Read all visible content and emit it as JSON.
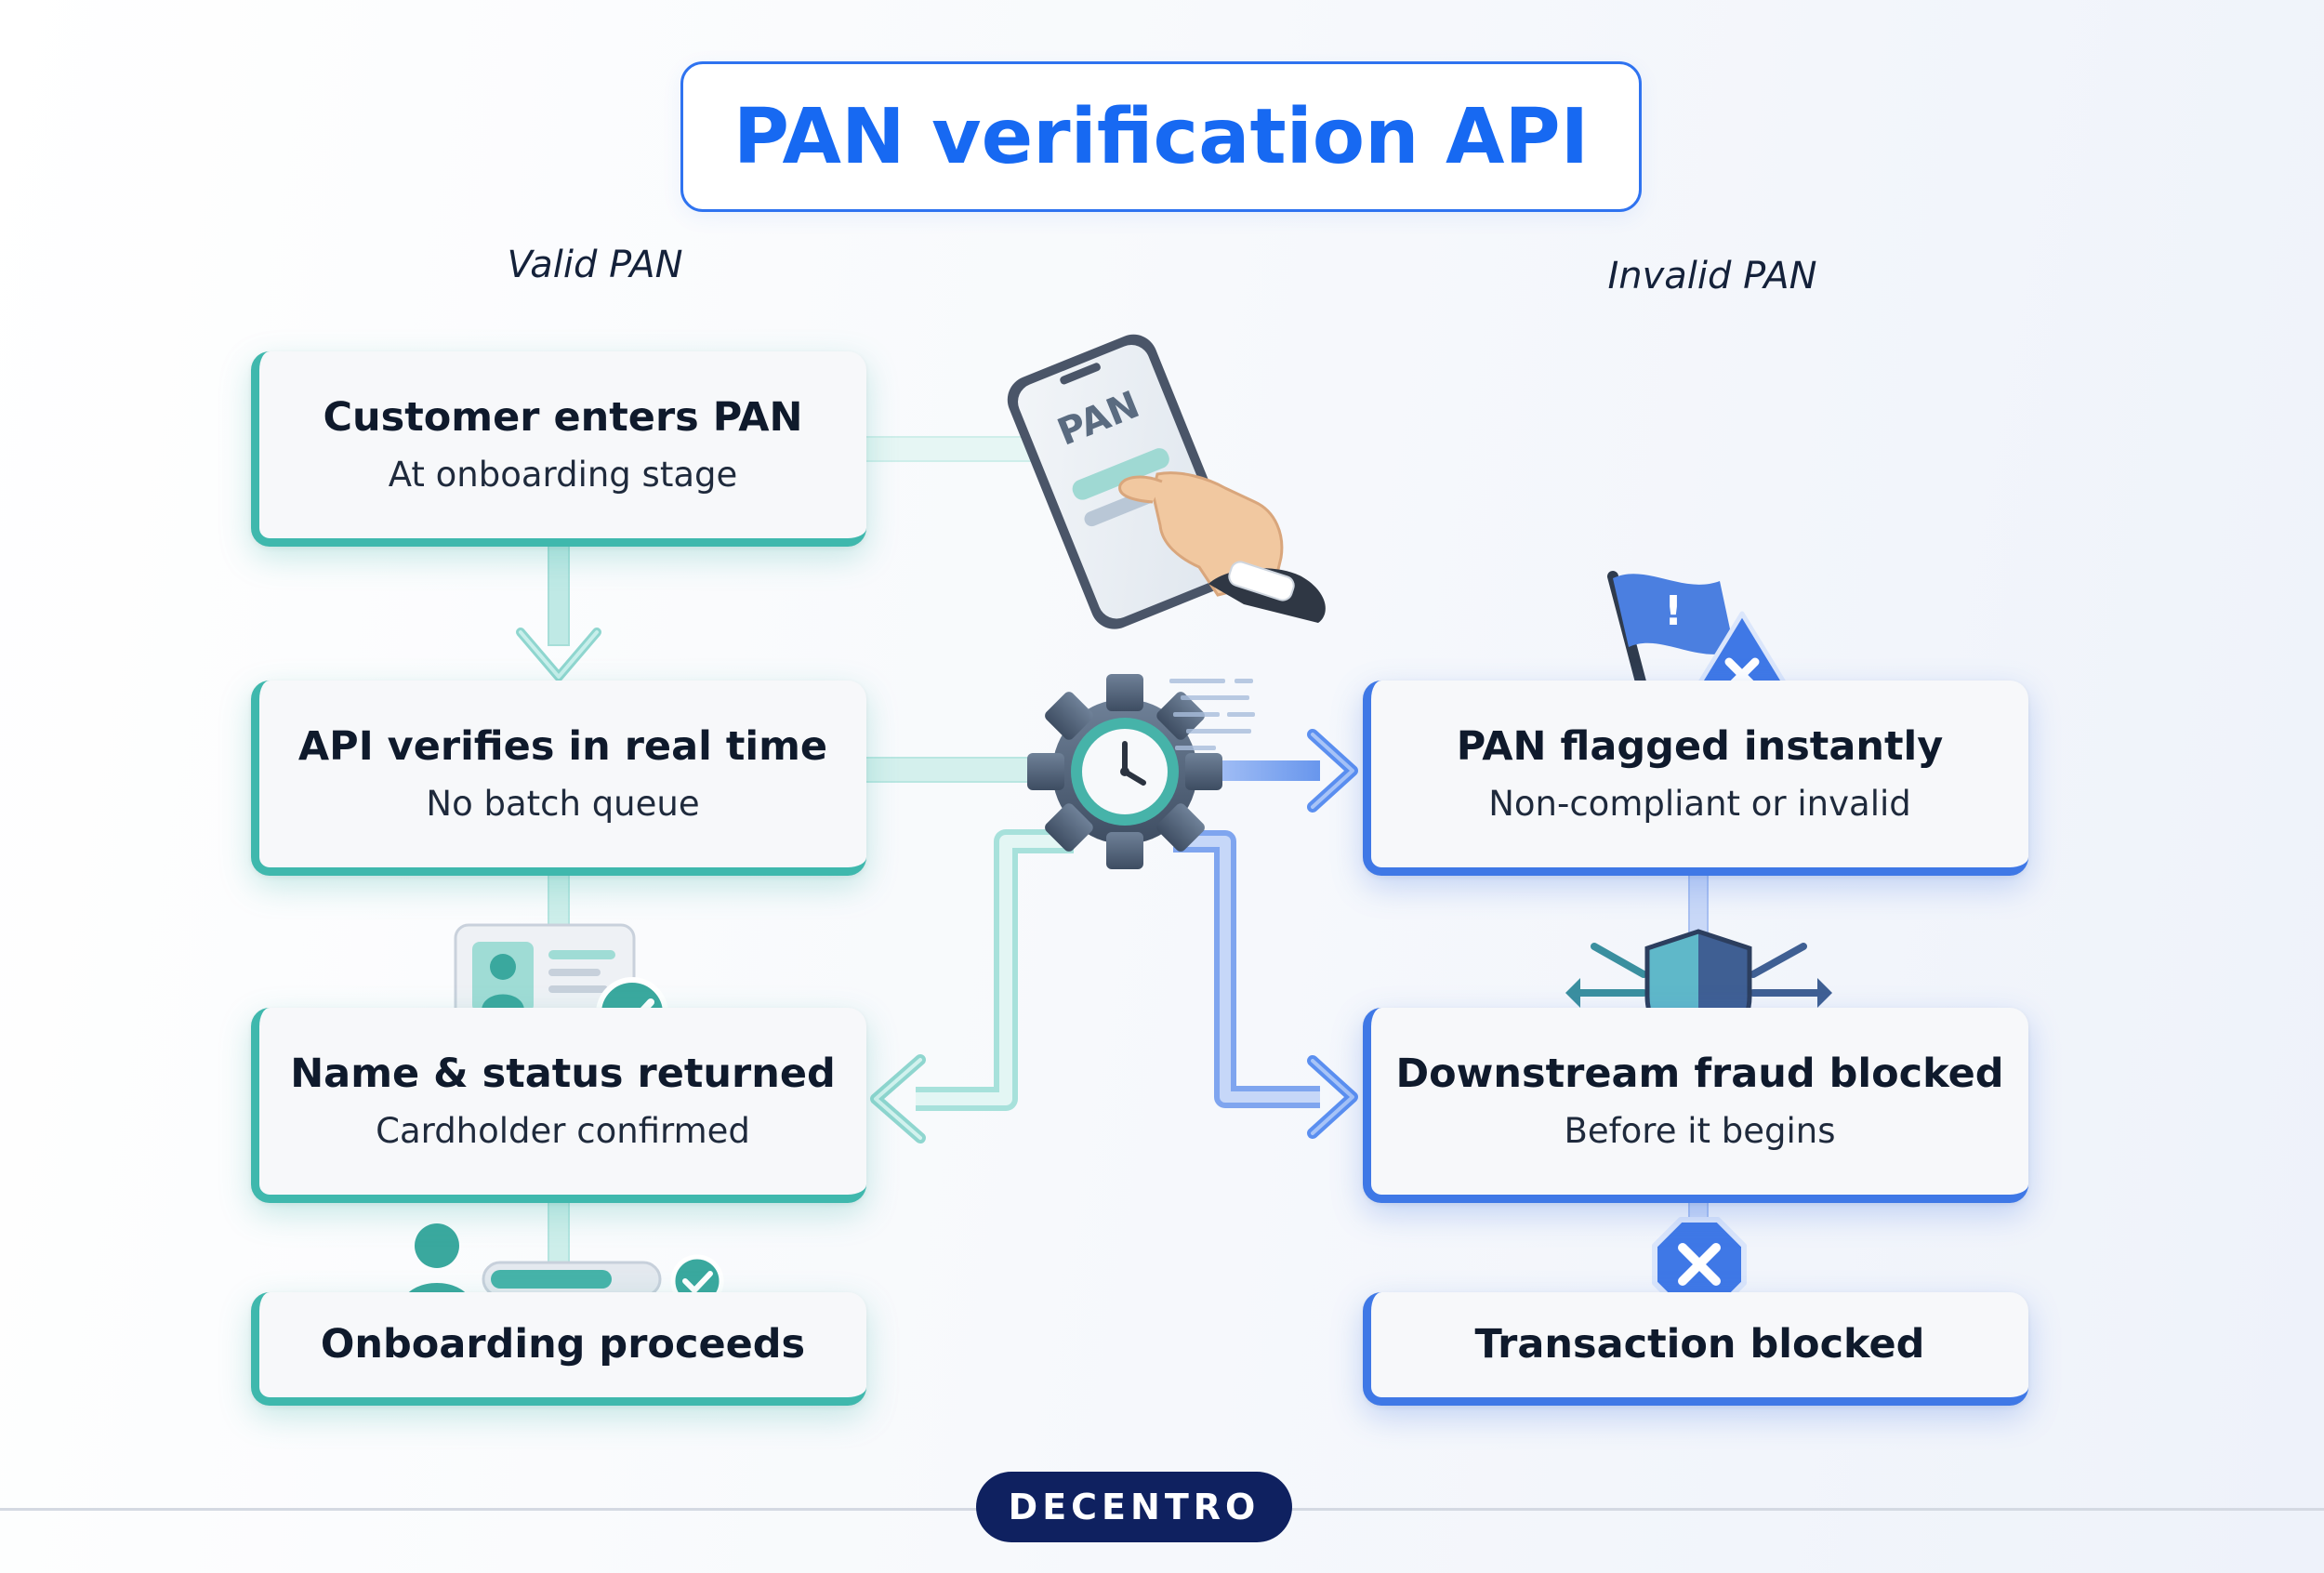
{
  "title": "PAN verification API",
  "columns": {
    "left_heading": "Valid PAN",
    "right_heading": "Invalid PAN"
  },
  "left_flow": [
    {
      "title": "Customer enters PAN",
      "subtitle": "At onboarding stage"
    },
    {
      "title": "API verifies in real time",
      "subtitle": "No batch queue"
    },
    {
      "title": "Name & status returned",
      "subtitle": "Cardholder confirmed"
    },
    {
      "title": "Onboarding proceeds"
    }
  ],
  "right_flow": [
    {
      "title": "PAN flagged instantly",
      "subtitle": "Non-compliant or invalid"
    },
    {
      "title": "Downstream fraud blocked",
      "subtitle": "Before it begins"
    },
    {
      "title": "Transaction blocked"
    }
  ],
  "phone_label": "PAN",
  "brand": "DECENTRO",
  "colors": {
    "title_blue": "#1769f2",
    "teal": "#3fb8ad",
    "blue": "#3f78e6",
    "navy": "#0f2160"
  },
  "icons": [
    "phone-hand-icon",
    "clock-gear-icon",
    "id-card-check-icon",
    "user-progress-check-icon",
    "flag-warning-icon",
    "shield-arrows-icon",
    "stop-x-icon"
  ]
}
